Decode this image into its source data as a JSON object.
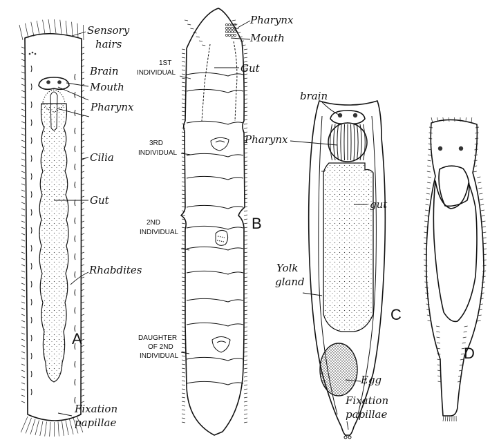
{
  "panels": {
    "a": {
      "letter": "A",
      "labels": {
        "sensory_hairs": [
          "Sensory",
          "hairs"
        ],
        "brain": "Brain",
        "mouth": "Mouth",
        "pharynx": "Pharynx",
        "cilia": "Cilia",
        "gut": "Gut",
        "rhabdites": "Rhabdites",
        "fixation_papillae": [
          "Fixation",
          "papillae"
        ]
      }
    },
    "b": {
      "letter": "B",
      "labels": {
        "pharynx": "Pharynx",
        "mouth": "Mouth",
        "gut": "Gut",
        "first_individual": [
          "1ST",
          "INDIVIDUAL"
        ],
        "third_individual": [
          "3RD",
          "INDIVIDUAL"
        ],
        "second_individual": [
          "2ND",
          "INDIVIDUAL"
        ],
        "daughter": [
          "DAUGHTER",
          "OF 2ND",
          "INDIVIDUAL"
        ]
      }
    },
    "c": {
      "letter": "C",
      "labels": {
        "brain": "brain",
        "pharynx": "Pharynx",
        "gut": "gut",
        "yolk_gland": [
          "Yolk",
          "gland"
        ],
        "egg": "Egg",
        "fixation_papillae": [
          "Fixation",
          "papillae"
        ]
      }
    },
    "d": {
      "letter": "D"
    }
  }
}
